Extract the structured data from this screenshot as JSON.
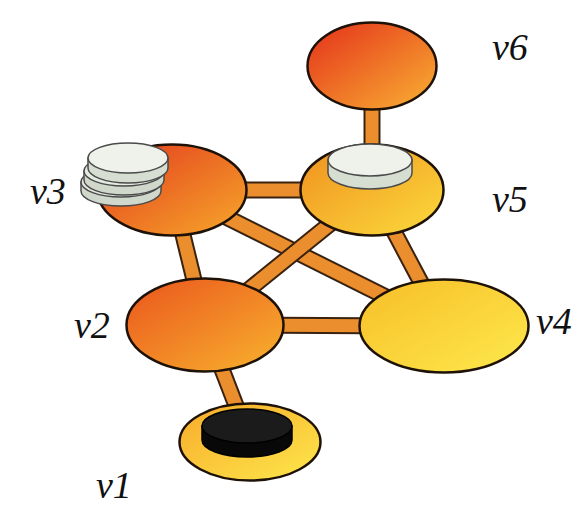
{
  "diagram": {
    "nodes": [
      {
        "text": [
          "v6"
        ]
      },
      {
        "text": [
          "v3"
        ]
      },
      {
        "text": [
          "v5"
        ]
      },
      {
        "text": [
          "v2"
        ]
      },
      {
        "text": [
          "v4"
        ]
      },
      {
        "text": [
          "v1"
        ]
      }
    ],
    "edges": [
      {
        "from": 0,
        "to": 2,
        "arrow": "none"
      },
      {
        "from": 1,
        "to": 2,
        "arrow": "none"
      },
      {
        "from": 1,
        "to": 3,
        "arrow": "none"
      },
      {
        "from": 1,
        "to": 4,
        "arrow": "none"
      },
      {
        "from": 2,
        "to": 3,
        "arrow": "none"
      },
      {
        "from": 2,
        "to": 4,
        "arrow": "none"
      },
      {
        "from": 3,
        "to": 4,
        "arrow": "none"
      },
      {
        "from": 3,
        "to": 5,
        "arrow": "none"
      }
    ]
  }
}
